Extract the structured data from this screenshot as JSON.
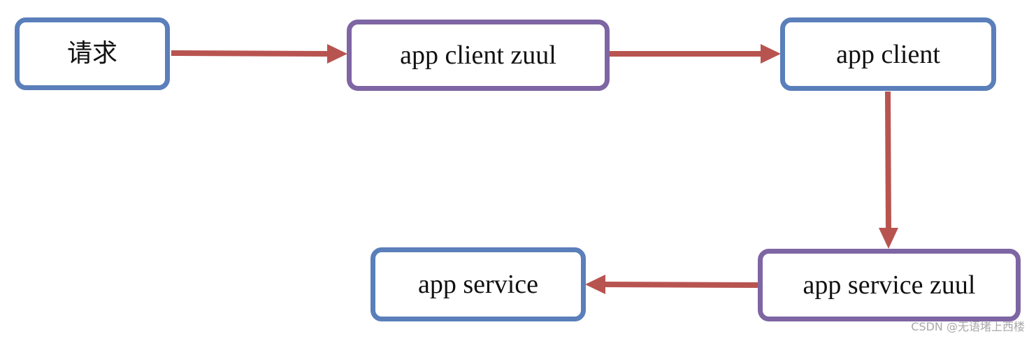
{
  "nodes": {
    "request": "请求",
    "app_client_zuul": "app client zuul",
    "app_client": "app client",
    "app_service_zuul": "app service zuul",
    "app_service": "app service"
  },
  "colors": {
    "blue_border": "#5a7fba",
    "purple_border": "#7e65a3",
    "arrow": "#b85450"
  },
  "watermark": "CSDN @无语堵上西楼"
}
